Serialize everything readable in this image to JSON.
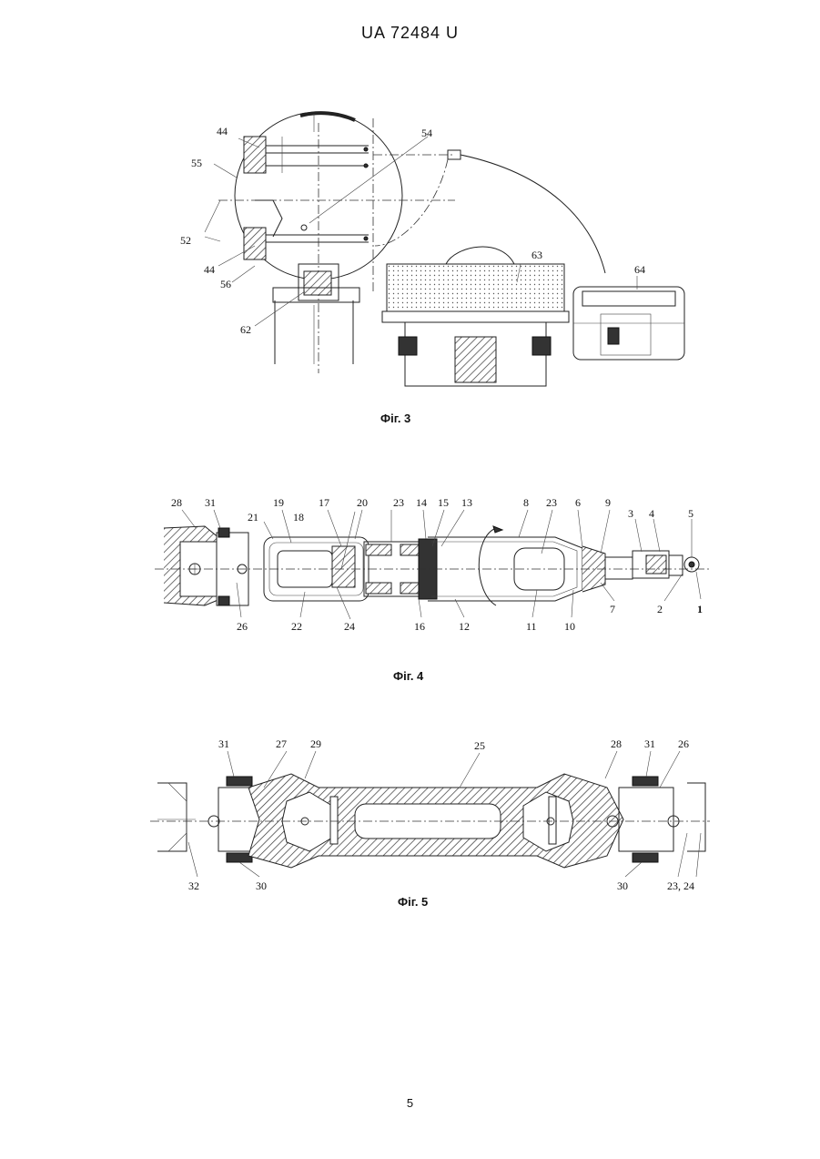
{
  "header": {
    "patent_number": "UA   72484   U"
  },
  "figures": [
    {
      "caption": "Фіг. 3",
      "labels": {
        "l44a": "44",
        "l54": "54",
        "l55": "55",
        "l52": "52",
        "l44b": "44",
        "l56": "56",
        "l62": "62",
        "l63": "63",
        "l64": "64"
      }
    },
    {
      "caption": "Фіг. 4",
      "labels": {
        "l28": "28",
        "l31": "31",
        "l21": "21",
        "l19": "19",
        "l17": "17",
        "l18": "18",
        "l20": "20",
        "l23a": "23",
        "l14": "14",
        "l15": "15",
        "l13": "13",
        "l8": "8",
        "l23b": "23",
        "l6": "6",
        "l9": "9",
        "l3": "3",
        "l4": "4",
        "l5": "5",
        "l26": "26",
        "l22": "22",
        "l24": "24",
        "l16": "16",
        "l12": "12",
        "l11": "11",
        "l10": "10",
        "l7": "7",
        "l2": "2",
        "l1": "1"
      }
    },
    {
      "caption": "Фіг. 5",
      "labels": {
        "l31a": "31",
        "l27": "27",
        "l29": "29",
        "l25": "25",
        "l28": "28",
        "l31b": "31",
        "l26": "26",
        "l32": "32",
        "l30a": "30",
        "l30b": "30",
        "l2324": "23, 24"
      }
    }
  ],
  "page_number": "5"
}
